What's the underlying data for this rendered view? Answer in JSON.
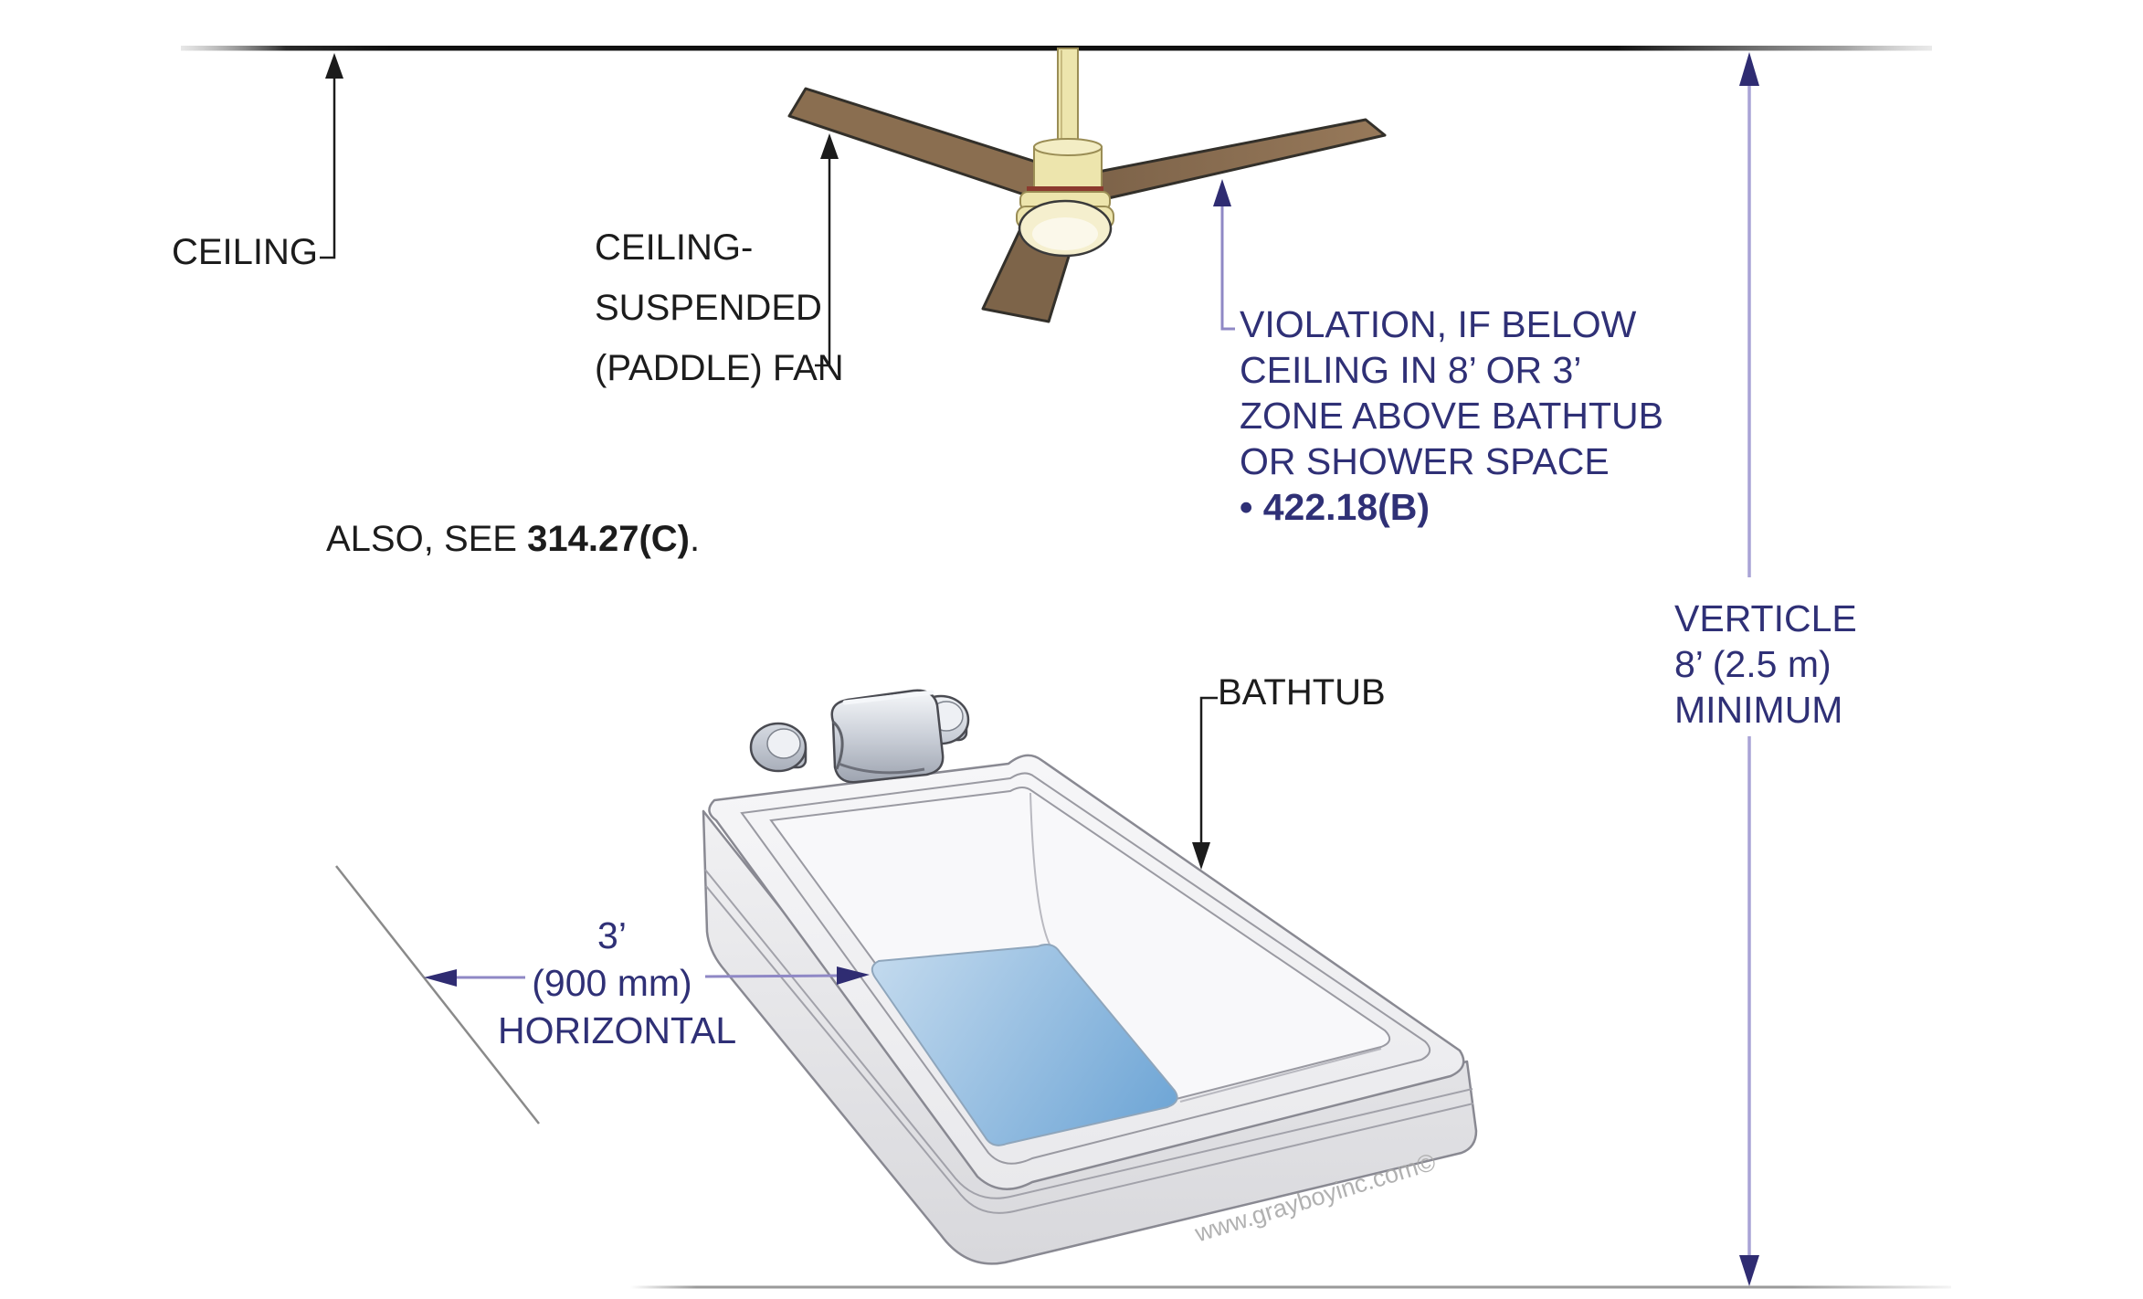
{
  "diagram": {
    "labels": {
      "ceiling": "CEILING",
      "fan_line1": "CEILING-",
      "fan_line2": "SUSPENDED",
      "fan_line3": "(PADDLE) FAN",
      "also_prefix": "ALSO, SEE ",
      "also_code": "314.27(C)",
      "also_suffix": ".",
      "bathtub": "BATHTUB",
      "violation_line1": "VIOLATION, IF BELOW",
      "violation_line2": "CEILING IN 8’ OR 3’",
      "violation_line3": "ZONE ABOVE BATHTUB",
      "violation_line4": "OR SHOWER SPACE",
      "violation_code": "• 422.18(B)",
      "vertical_line1": "VERTICLE",
      "vertical_line2": "8’ (2.5 m)",
      "vertical_line3": "MINIMUM",
      "horizontal_line1": "3’",
      "horizontal_line2": "(900 mm)",
      "horizontal_line3": "HORIZONTAL",
      "watermark": "www.grayboyinc.com©"
    },
    "colors": {
      "annotation_blue": "#2F3076",
      "dimension_line_lavender": "#A39CD2",
      "arrowhead_navy": "#2F2C72",
      "label_black": "#1C1C1C",
      "fan_blade_brown": "#8A6E50",
      "fan_body_cream": "#EDE5AD",
      "fan_ring_red": "#8B3A2E",
      "tub_gray": "#F2F2F4",
      "water_blue": "#74A9D8",
      "floor_gray": "#9A9A9A",
      "watermark_gray": "#A9A9A9"
    }
  }
}
